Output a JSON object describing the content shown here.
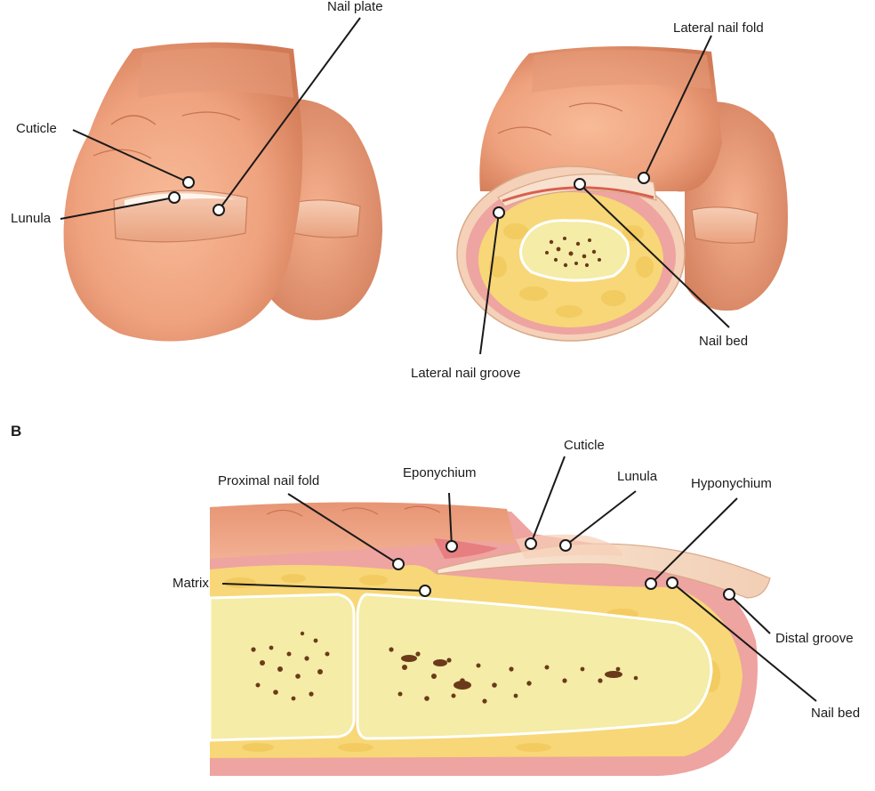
{
  "panel_a": {
    "labels": {
      "nail_plate": "Nail plate",
      "cuticle": "Cuticle",
      "lunula": "Lunula",
      "lateral_nail_fold": "Lateral nail fold",
      "nail_bed": "Nail bed",
      "lateral_nail_groove": "Lateral nail groove"
    }
  },
  "panel_b": {
    "letter": "B",
    "labels": {
      "proximal_nail_fold": "Proximal nail fold",
      "eponychium": "Eponychium",
      "cuticle": "Cuticle",
      "lunula": "Lunula",
      "hyponychium": "Hyponychium",
      "matrix": "Matrix",
      "distal_groove": "Distal groove",
      "nail_bed": "Nail bed"
    }
  },
  "colors": {
    "skin": "#efa27e",
    "skin_shadow": "#d9805b",
    "nail": "#f8e2cf",
    "fat": "#f7d777",
    "bone": "#f4eca7",
    "bed": "#ec8f86",
    "marrow": "#6b3a1a"
  }
}
